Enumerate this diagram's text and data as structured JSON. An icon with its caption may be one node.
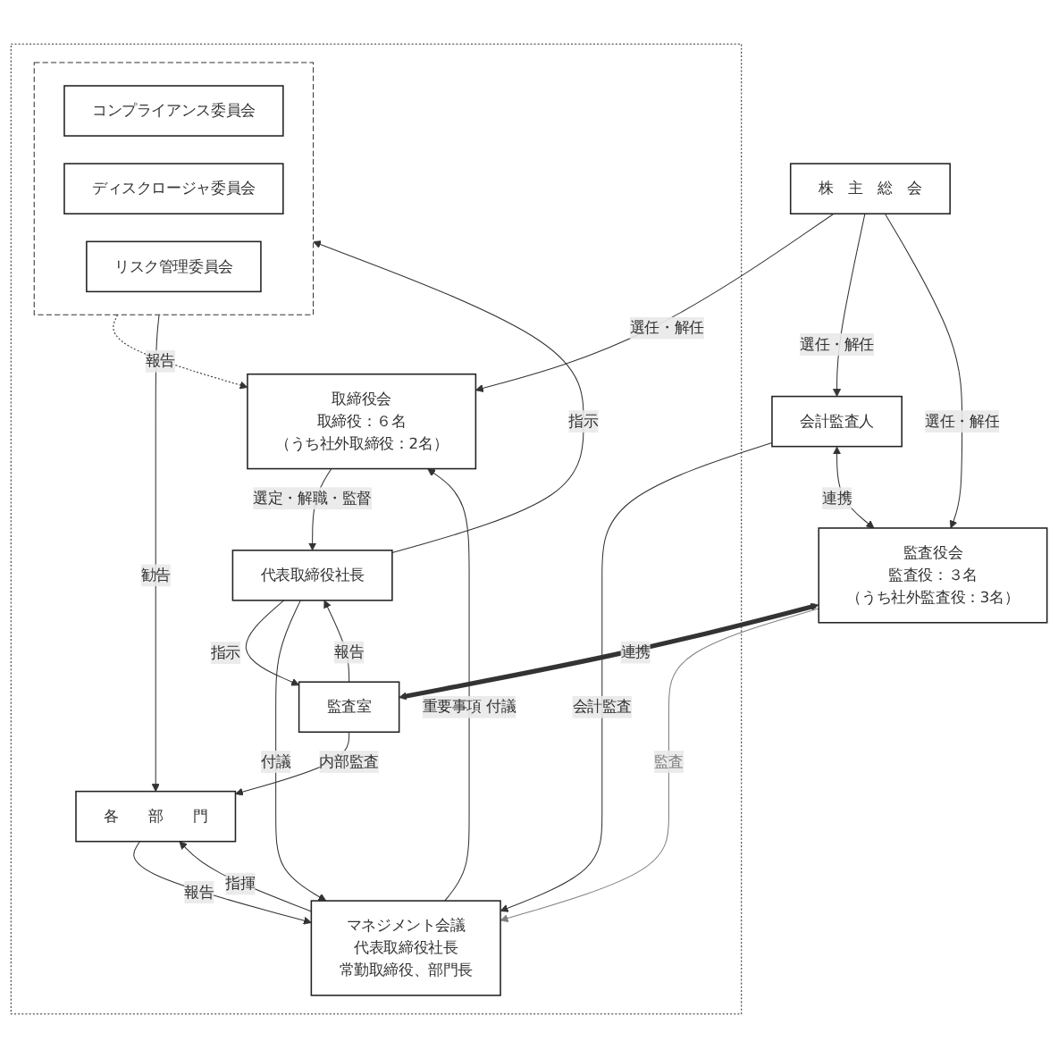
{
  "diagram": {
    "nodes": [
      {
        "text": [
          "株　主　総　会"
        ]
      },
      {
        "text": [
          "会計監査人"
        ]
      },
      {
        "text": [
          "監査役会",
          "監査役：３名",
          "（うち社外監査役：3名）"
        ]
      },
      {
        "text": [],
        "shape": "box"
      },
      {
        "text": [
          "取締役会",
          "取締役：６名",
          "（うち社外取締役：2名）"
        ],
        "in": 3
      },
      {
        "text": [
          "代表取締役社長"
        ],
        "in": 3
      },
      {
        "text": [
          "監査室"
        ],
        "in": 3
      },
      {
        "text": [],
        "shape": "box",
        "in": 3
      },
      {
        "text": [
          "コンプライアンス委員会"
        ],
        "in": 7
      },
      {
        "text": [
          "ディスクロージャ委員会"
        ],
        "in": 7
      },
      {
        "text": [
          "リスク管理委員会"
        ],
        "in": 7
      },
      {
        "text": [
          "マネジメント会議",
          "代表取締役社長",
          "常勤取締役、部門長"
        ],
        "in": 3
      },
      {
        "text": [
          "各　　部　　門"
        ],
        "in": 3
      }
    ],
    "edges": [
      {
        "from": 0,
        "to": 1,
        "arrow": "to",
        "label": "選任・解任"
      },
      {
        "from": 0,
        "to": 2,
        "arrow": "to",
        "label": "選任・解任"
      },
      {
        "from": 0,
        "to": 4,
        "arrow": "to",
        "label": "選任・解任"
      },
      {
        "from": 1,
        "to": 2,
        "arrow": "both",
        "label": "連携"
      },
      {
        "from": 2,
        "to": 6,
        "arrow": "both",
        "label": "連携",
        "style": "thick"
      },
      {
        "from": 4,
        "to": 5,
        "arrow": "to",
        "label": "選定・解職・監督"
      },
      {
        "from": 6,
        "to": 5,
        "arrow": "to",
        "label": "報告"
      },
      {
        "from": 5,
        "to": 6,
        "arrow": "to",
        "label": "指示"
      },
      {
        "from": 5,
        "to": 7,
        "arrow": "to",
        "label": "指示"
      },
      {
        "from": 7,
        "to": 4,
        "arrow": "to",
        "label": "報告",
        "style": "dashed"
      },
      {
        "from": 11,
        "to": 4,
        "arrow": "to",
        "label": "重要事項 付議"
      },
      {
        "from": 5,
        "to": 11,
        "arrow": "to",
        "label": "付議"
      },
      {
        "from": 2,
        "to": 11,
        "arrow": "to",
        "label": "監査",
        "color": "#808080"
      },
      {
        "from": 1,
        "to": 11,
        "arrow": "to",
        "label": "会計監査"
      },
      {
        "from": 6,
        "to": 12,
        "arrow": "to",
        "label": "内部監査"
      },
      {
        "from": 11,
        "to": 12,
        "arrow": "to",
        "label": "指揮"
      },
      {
        "from": 12,
        "to": 11,
        "arrow": "to",
        "label": "報告"
      },
      {
        "from": 7,
        "to": 12,
        "arrow": "to",
        "label": "勧告"
      }
    ]
  }
}
